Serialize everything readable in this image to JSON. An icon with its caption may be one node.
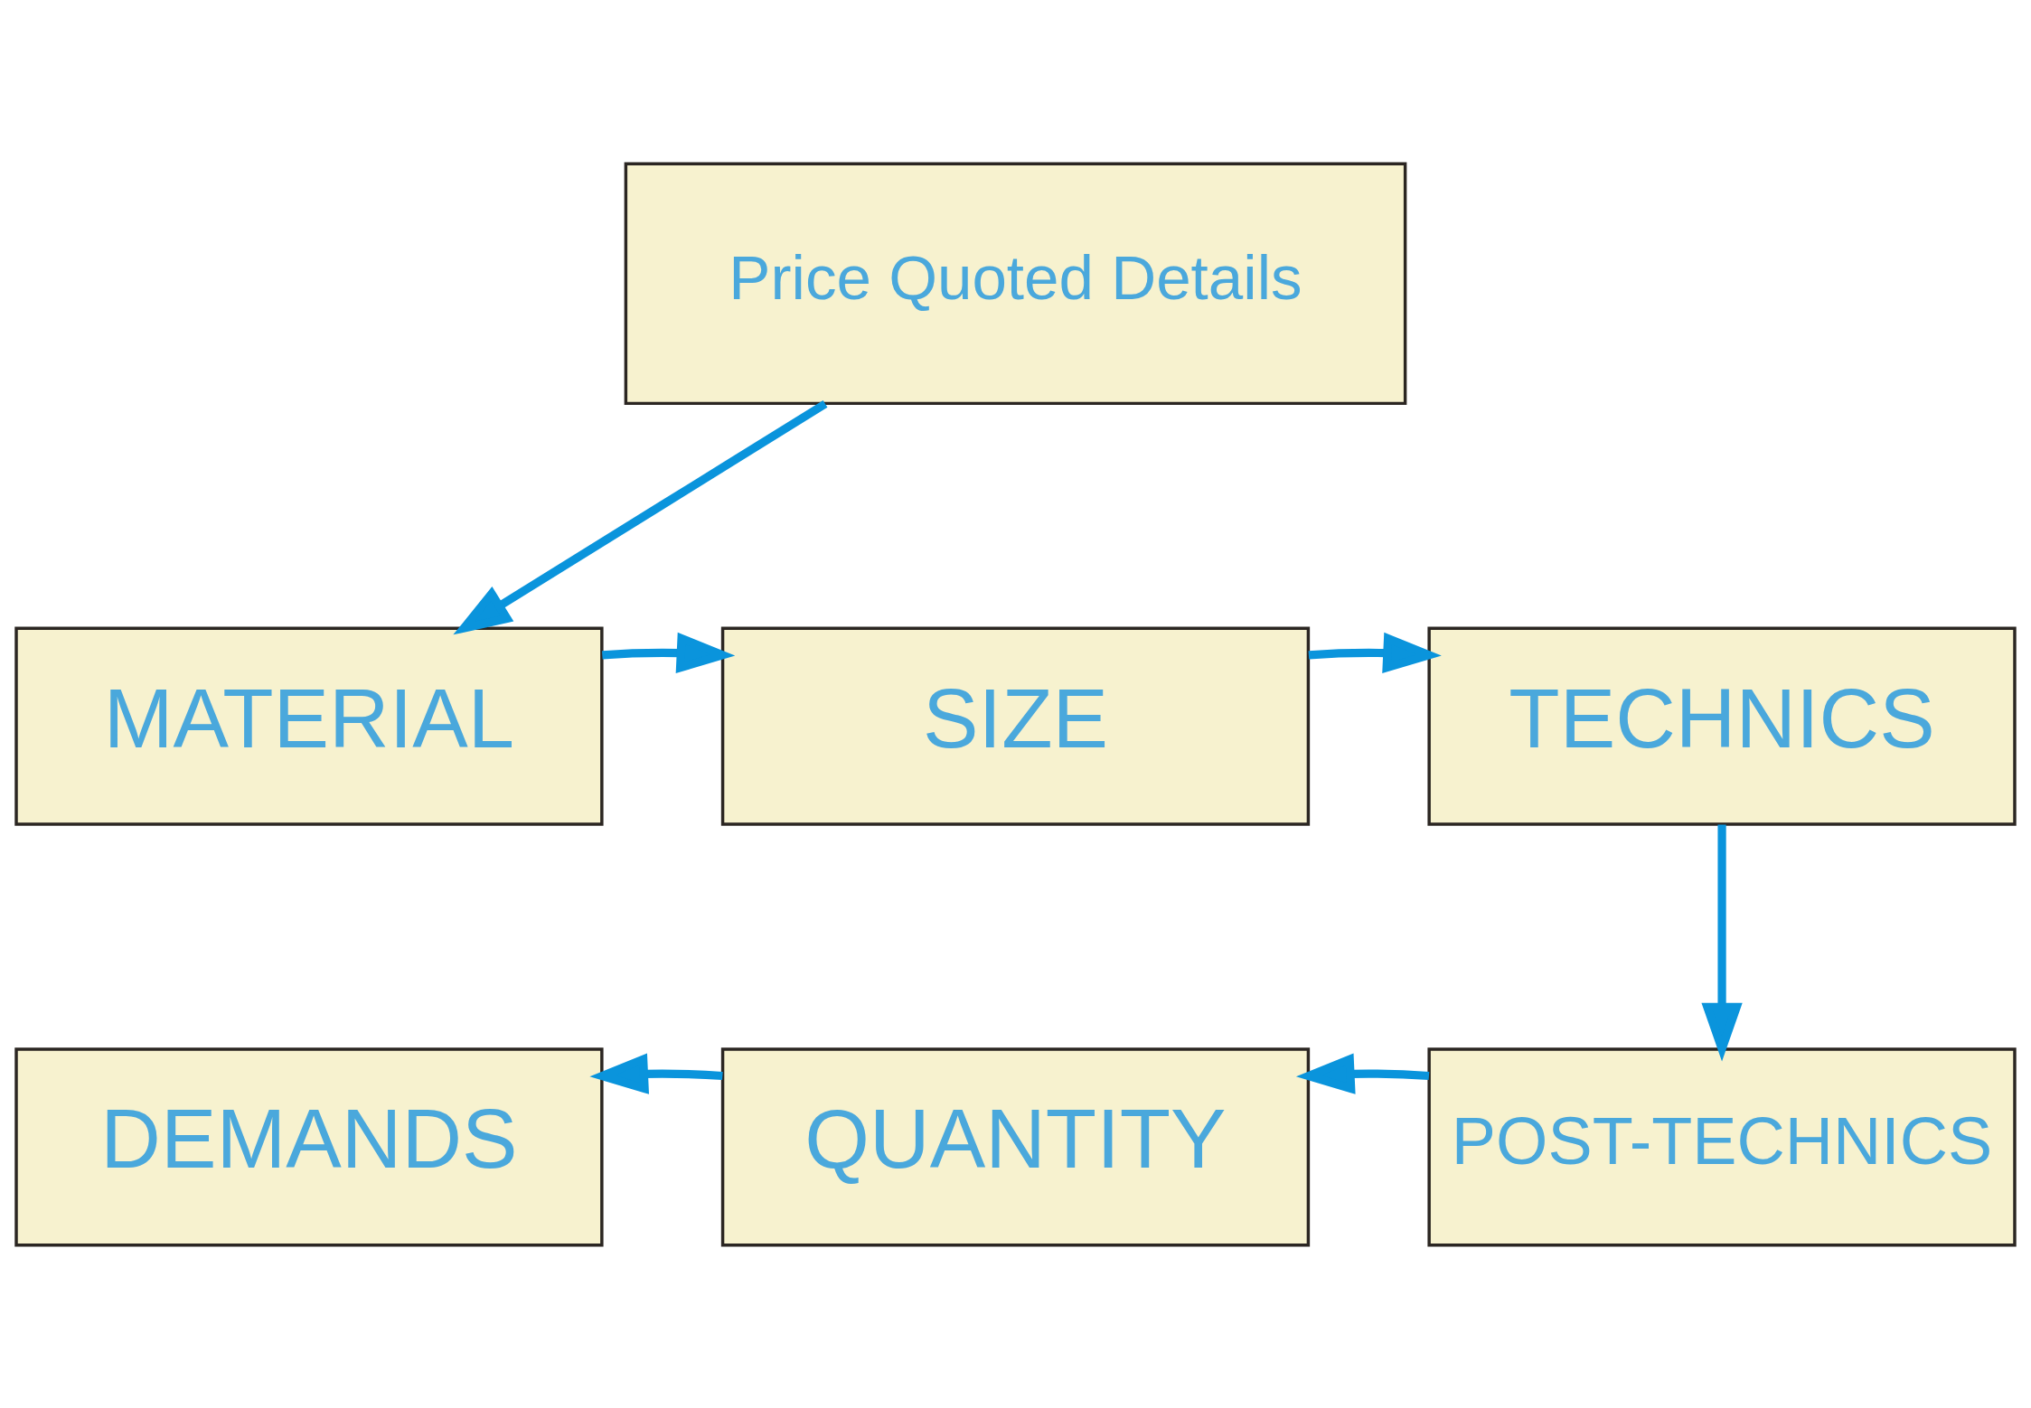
{
  "diagram": {
    "nodes": [
      {
        "text": [
          "Price Quoted Details"
        ]
      },
      {
        "text": [
          "MATERIAL"
        ]
      },
      {
        "text": [
          "SIZE"
        ]
      },
      {
        "text": [
          "TECHNICS"
        ]
      },
      {
        "text": [
          "DEMANDS"
        ]
      },
      {
        "text": [
          "QUANTITY"
        ]
      },
      {
        "text": [
          "POST-TECHNICS"
        ]
      }
    ],
    "edges": [
      {
        "from": 0,
        "to": 1,
        "arrow": "to"
      },
      {
        "from": 1,
        "to": 2,
        "arrow": "to"
      },
      {
        "from": 2,
        "to": 3,
        "arrow": "to"
      },
      {
        "from": 3,
        "to": 6,
        "arrow": "to"
      },
      {
        "from": 6,
        "to": 5,
        "arrow": "to"
      },
      {
        "from": 5,
        "to": 4,
        "arrow": "to"
      }
    ]
  }
}
